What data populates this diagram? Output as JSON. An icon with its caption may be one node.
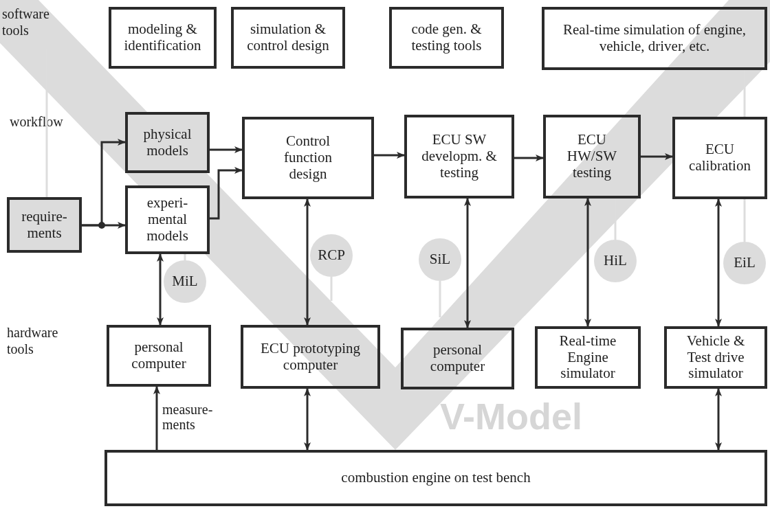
{
  "diagram": {
    "nodes": [
      {
        "text": [
          "modeling & identification"
        ]
      },
      {
        "text": [
          "simulation & control design"
        ]
      },
      {
        "text": [
          "code gen. & testing tools"
        ]
      },
      {
        "text": [
          "Real-time simulation of engine, vehicle, driver, etc."
        ]
      },
      {
        "text": [
          "physical models"
        ]
      },
      {
        "text": [
          "Control function design"
        ]
      },
      {
        "text": [
          "ECU SW developm. & testing"
        ]
      },
      {
        "text": [
          "ECU HW/SW testing"
        ]
      },
      {
        "text": [
          "ECU calibration"
        ]
      },
      {
        "text": [
          "require- ments"
        ]
      },
      {
        "text": [
          "experi- mental models"
        ]
      },
      {
        "text": [
          "RCP"
        ]
      },
      {
        "text": [
          "SiL"
        ]
      },
      {
        "text": [
          "HiL"
        ]
      },
      {
        "text": [
          "MiL"
        ]
      },
      {
        "text": [
          "EiL"
        ]
      },
      {
        "text": [
          "personal computer"
        ]
      },
      {
        "text": [
          "ECU prototyping computer"
        ]
      },
      {
        "text": [
          "personal computer"
        ]
      },
      {
        "text": [
          "Real-time Engine simulator"
        ]
      },
      {
        "text": [
          "Vehicle & Test drive simulator"
        ]
      },
      {
        "text": [
          "combustion engine on test bench"
        ]
      }
    ],
    "edges": [
      {
        "from": 9,
        "to": 4,
        "arrow": "to"
      },
      {
        "from": 9,
        "to": 10,
        "arrow": "to"
      },
      {
        "from": 4,
        "to": 5,
        "arrow": "to"
      },
      {
        "from": 10,
        "to": 5,
        "arrow": "to"
      },
      {
        "from": 5,
        "to": 6,
        "arrow": "to"
      },
      {
        "from": 6,
        "to": 7,
        "arrow": "to"
      },
      {
        "from": 7,
        "to": 8,
        "arrow": "to"
      },
      {
        "from": 10,
        "to": 16,
        "arrow": "both"
      },
      {
        "from": 5,
        "to": 17,
        "arrow": "both"
      },
      {
        "from": 6,
        "to": 18,
        "arrow": "both"
      },
      {
        "from": 7,
        "to": 19,
        "arrow": "both"
      },
      {
        "from": 8,
        "to": 20,
        "arrow": "both"
      },
      {
        "from": 21,
        "to": 16,
        "arrow": "to",
        "label": "measure- ments"
      },
      {
        "from": 17,
        "to": 21,
        "arrow": "both"
      },
      {
        "from": 20,
        "to": 21,
        "arrow": "both"
      },
      {
        "from": null,
        "to": 9,
        "arrow": "none",
        "color": "#dddddd"
      },
      {
        "from": 14,
        "to": 10,
        "arrow": "none",
        "color": "#dddddd"
      },
      {
        "from": 11,
        "to": null,
        "arrow": "none",
        "color": "#dddddd"
      },
      {
        "from": 12,
        "to": null,
        "arrow": "none",
        "color": "#dddddd"
      },
      {
        "from": 13,
        "to": 7,
        "arrow": "none",
        "color": "#dddddd"
      },
      {
        "from": 15,
        "to": 8,
        "arrow": "none",
        "color": "#dddddd"
      },
      {
        "from": 8,
        "to": 3,
        "arrow": "none",
        "color": "#dddddd"
      }
    ],
    "labels": [
      "software tools",
      "workflow",
      "hardware tools",
      "V-Model"
    ]
  }
}
